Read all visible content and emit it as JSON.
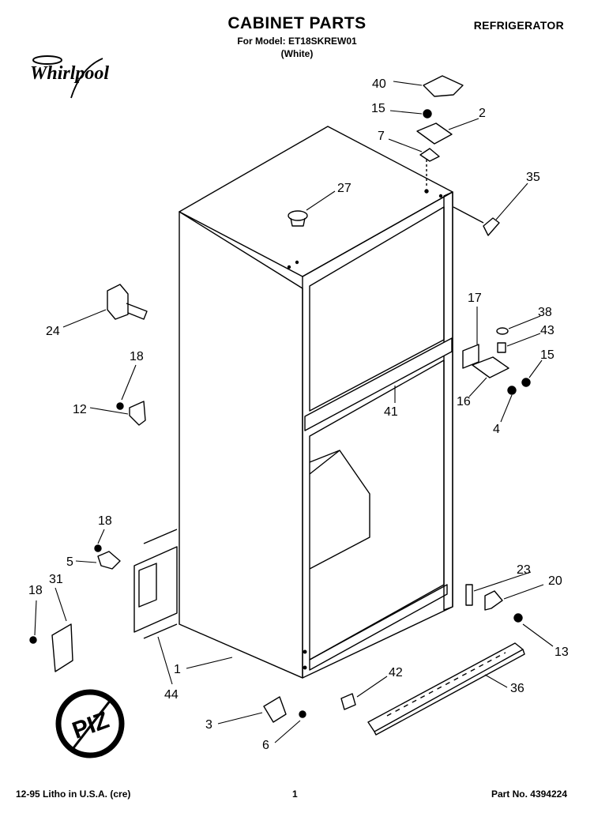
{
  "header": {
    "title": "CABINET PARTS",
    "model_line": "For Model: ET18SKREW01",
    "color_line": "(White)",
    "appliance": "REFRIGERATOR",
    "brand": "Whirlpool"
  },
  "footer": {
    "print_info": "12-95 Litho in U.S.A. (cre)",
    "page_number": "1",
    "part_number": "Part No. 4394224"
  },
  "stamp": {
    "text": "PIZ"
  },
  "callouts": [
    "40",
    "15",
    "2",
    "7",
    "35",
    "27",
    "24",
    "17",
    "38",
    "43",
    "15",
    "18",
    "12",
    "16",
    "41",
    "4",
    "18",
    "5",
    "31",
    "18",
    "23",
    "20",
    "13",
    "42",
    "36",
    "1",
    "44",
    "3",
    "6"
  ],
  "colors": {
    "ink": "#000000",
    "paper": "#ffffff"
  }
}
